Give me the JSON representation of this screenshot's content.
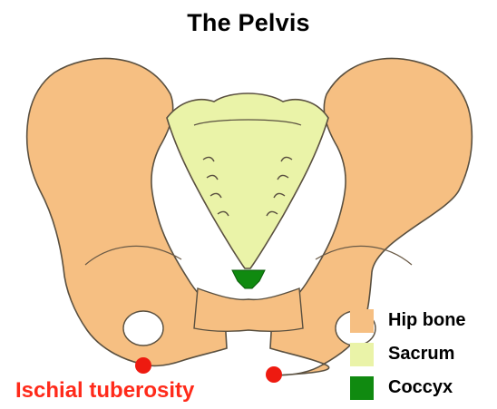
{
  "title": "The Pelvis",
  "annotation": {
    "label": "Ischial tuberosity",
    "color": "#ff2a1a"
  },
  "legend": [
    {
      "label": "Hip bone",
      "color": "#f6bf82"
    },
    {
      "label": "Sacrum",
      "color": "#eaf3a8"
    },
    {
      "label": "Coccyx",
      "color": "#108a10"
    }
  ],
  "colors": {
    "outline": "#5a5040",
    "hip": "#f6bf82",
    "sacrum": "#eaf3a8",
    "coccyx": "#108a10",
    "marker": "#ee1a10"
  }
}
